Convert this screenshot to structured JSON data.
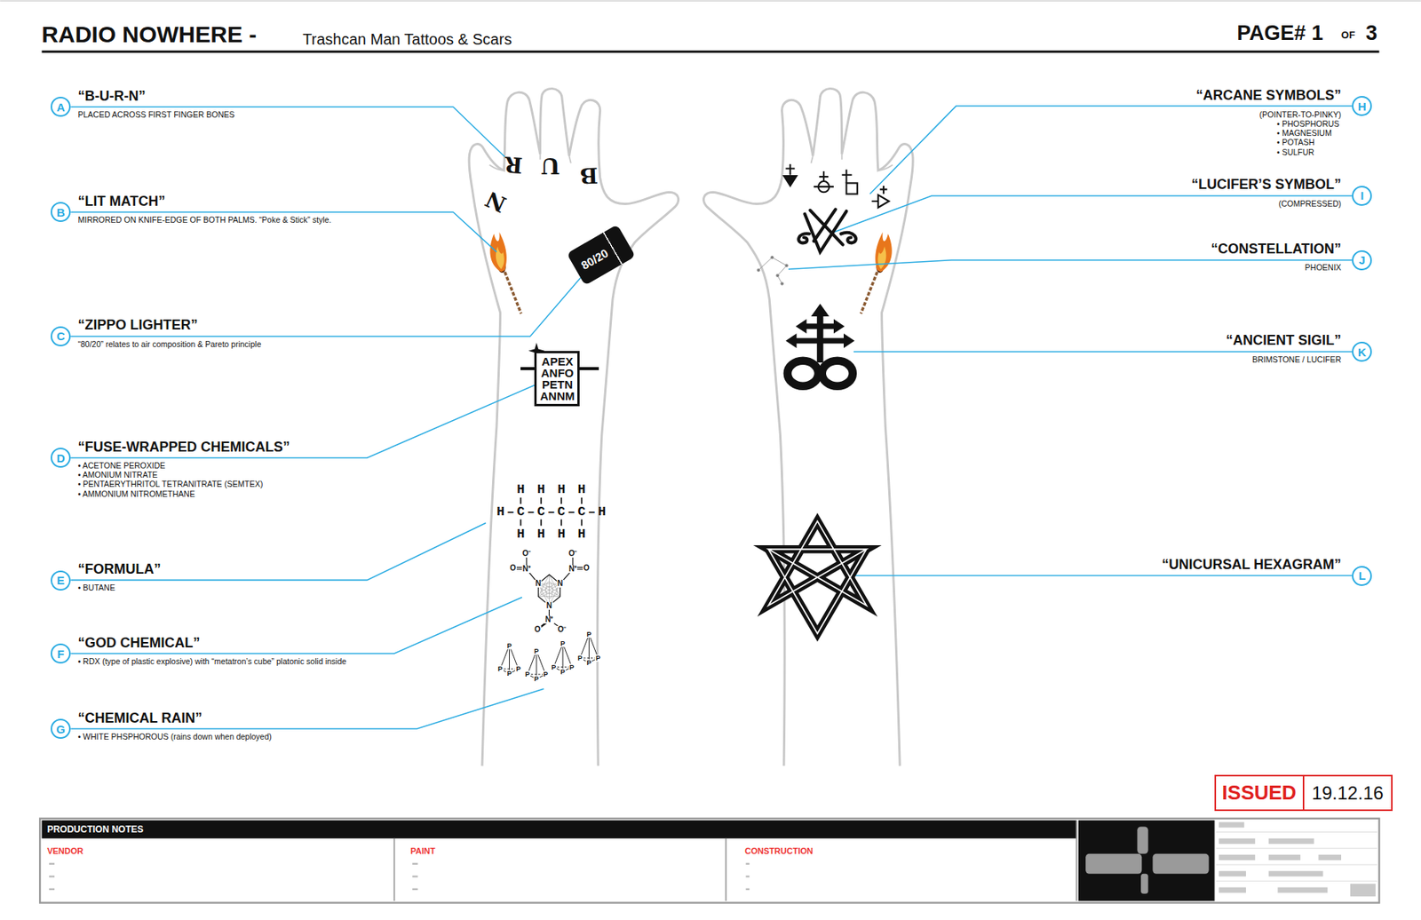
{
  "diagram": {
    "title": "RADIO NOWHERE -",
    "nodes": [
      {
        "text": [
          "A"
        ]
      },
      {
        "text": [
          "B"
        ]
      },
      {
        "text": [
          "C"
        ]
      },
      {
        "text": [
          "D"
        ]
      },
      {
        "text": [
          "E"
        ]
      },
      {
        "text": [
          "F"
        ]
      },
      {
        "text": [
          "G"
        ]
      },
      {
        "text": [
          "H"
        ]
      },
      {
        "text": [
          "I"
        ]
      },
      {
        "text": [
          "J"
        ]
      },
      {
        "text": [
          "K"
        ]
      },
      {
        "text": [
          "L"
        ]
      },
      {
        "text": [
          "80/20"
        ]
      },
      {
        "text": [
          "APEX ANFO PETN ANNM"
        ]
      },
      {
        "text": [
          "ISSUED",
          "19.12.16"
        ]
      }
    ],
    "edges": [
      {
        "from": 2,
        "to": 12,
        "arrow": "none"
      },
      {
        "from": 3,
        "to": 13,
        "arrow": "none"
      }
    ],
    "labels": [
      "Trashcan Man Tattoos & Scars",
      "PAGE# 1",
      "OF",
      "3",
      "“B-U-R-N”",
      "PLACED ACROSS FIRST FINGER BONES",
      "“LIT MATCH”",
      "MIRRORED ON KNIFE-EDGE OF BOTH PALMS. “Poke & Stick” style.",
      "“ZIPPO LIGHTER”",
      "“80/20” relates to air composition & Pareto principle",
      "“FUSE-WRAPPED CHEMICALS”",
      "• ACETONE PEROXIDE",
      "• AMONIUM NITRATE",
      "• PENTAERYTHRITOL TETRANITRATE (SEMTEX)",
      "• AMMONIUM NITROMETHANE",
      "“FORMULA”",
      "• BUTANE",
      "“GOD CHEMICAL”",
      "• RDX (type of plastic explosive) with “metatron’s cube” platonic solid inside",
      "“CHEMICAL RAIN”",
      "• WHITE PHSPHOROUS (rains down when deployed)",
      "“ARCANE SYMBOLS”",
      "(POINTER-TO-PINKY)",
      "• PHOSPHORUS",
      "• MAGNESIUM",
      "• POTASH",
      "• SULFUR",
      "“LUCIFER’S SYMBOL”",
      "(COMPRESSED)",
      "“CONSTELLATION”",
      "PHOENIX",
      "“ANCIENT SIGIL”",
      "BRIMSTONE / LUCIFER",
      "“UNICURSAL HEXAGRAM”",
      "B",
      "U",
      "R",
      "N",
      "H H H H",
      "H–C–C–C–C–H",
      "H H H H",
      "N",
      "N",
      "N",
      "O⁻",
      "N⁺",
      "O",
      "O⁻",
      "N⁺",
      "O",
      "N⁺",
      "O",
      "O⁻",
      "P",
      "P",
      "P",
      "P",
      "P",
      "P",
      "P",
      "P",
      "P",
      "P",
      "P",
      "P",
      "P",
      "P",
      "P",
      "P",
      "PRODUCTION NOTES",
      "VENDOR",
      "PAINT",
      "CONSTRUCTION"
    ]
  }
}
